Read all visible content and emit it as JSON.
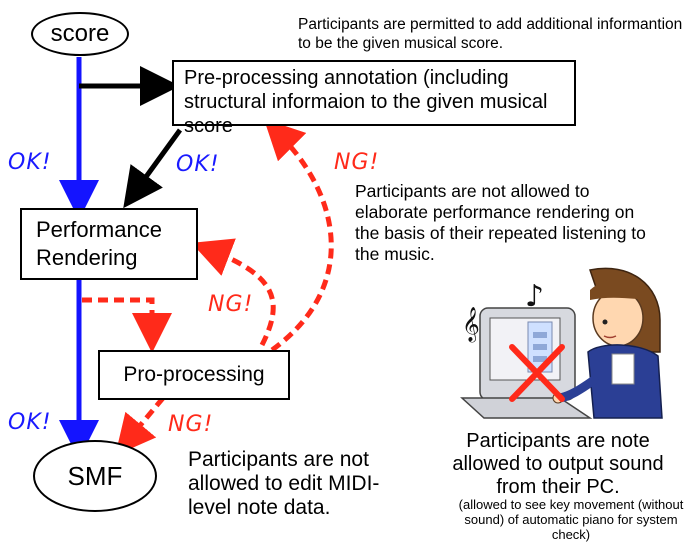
{
  "nodes": {
    "score": "score",
    "preprocessing": "Pre-processing annotation (including structural informaion to the given musical score",
    "performance": "Performance Rendering",
    "proprocessing": "Pro-processing",
    "smf": "SMF"
  },
  "notes": {
    "top": "Participants are permitted to add additional informantion to be the given musical score.",
    "middle": "Participants are not allowed to elaborate performance rendering on the basis of their repeated listening to the music.",
    "smf": "Participants are not allowed to edit MIDI-level note data.",
    "pc_main": "Participants are note allowed to output sound from their PC.",
    "pc_sub": "(allowed to see key movement (without sound) of automatic piano for system check)"
  },
  "labels": {
    "ok1": "OK!",
    "ok2": "OK!",
    "ok3": "OK!",
    "ng1": "NG!",
    "ng2": "NG!",
    "ng3": "NG!"
  },
  "colors": {
    "ok_arrow": "#1414ff",
    "ng_arrow": "#ff2a1a",
    "plain_arrow": "#000000"
  },
  "icons": {
    "illustration": "person-at-computer-no-sound",
    "treble_clef": "treble-clef-icon",
    "music_note": "music-note-icon",
    "cross": "red-cross-icon"
  }
}
